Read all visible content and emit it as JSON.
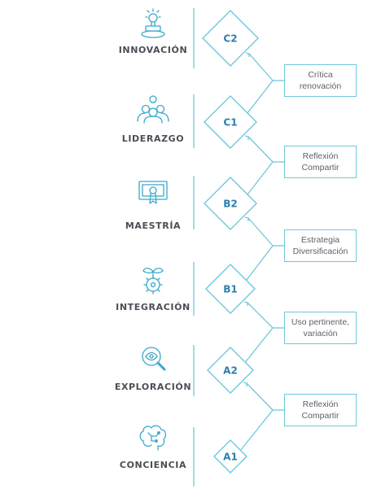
{
  "colors": {
    "accent": "#3aa8c9",
    "line": "#6ec8dc",
    "code_text": "#2b7fae",
    "label_text": "#4a4f55",
    "note_text": "#5d6268"
  },
  "levels": [
    {
      "code": "C2",
      "label": "INNOVACIÓN",
      "icon": "lightbulb-platform-icon"
    },
    {
      "code": "C1",
      "label": "LIDERAZGO",
      "icon": "leader-team-icon"
    },
    {
      "code": "B2",
      "label": "MAESTRÍA",
      "icon": "certificate-icon"
    },
    {
      "code": "B1",
      "label": "INTEGRACIÓN",
      "icon": "sprout-gear-icon"
    },
    {
      "code": "A2",
      "label": "EXPLORACIÓN",
      "icon": "magnifier-eye-icon"
    },
    {
      "code": "A1",
      "label": "CONCIENCIA",
      "icon": "brain-circuit-icon"
    }
  ],
  "notes": [
    {
      "lines": [
        "Crítica",
        "renovación"
      ]
    },
    {
      "lines": [
        "Reflexión",
        "Compartir"
      ]
    },
    {
      "lines": [
        "Estrategia",
        "Diversificación"
      ]
    },
    {
      "lines": [
        "Uso pertinente,",
        "variación"
      ]
    },
    {
      "lines": [
        "Reflexión",
        "Compartir"
      ]
    }
  ]
}
